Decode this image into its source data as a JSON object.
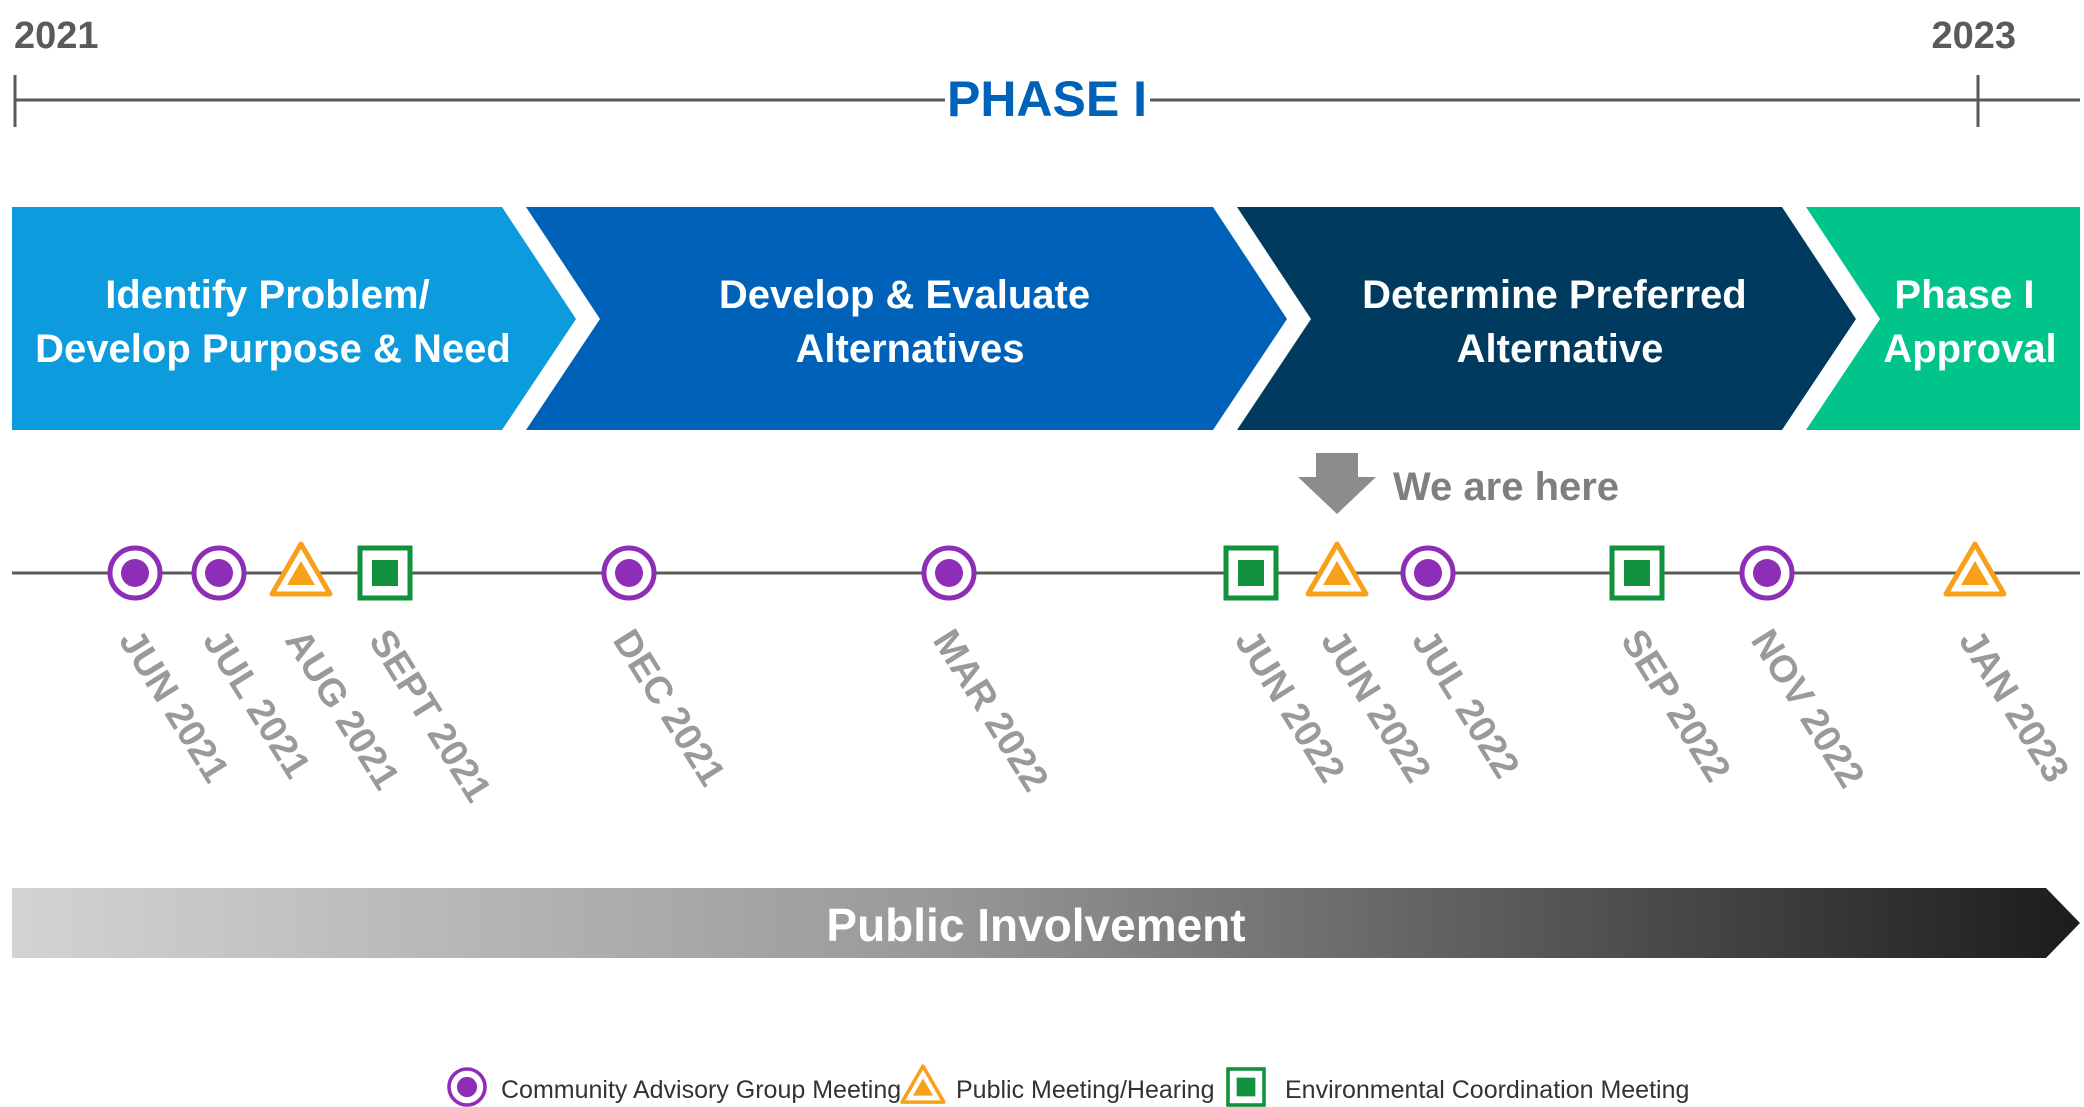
{
  "header": {
    "start_year": "2021",
    "end_year": "2023",
    "phase_title": "PHASE I"
  },
  "stages": [
    {
      "lines": [
        "Identify Problem/",
        "Develop Purpose & Need"
      ],
      "color": "#0C9BDD"
    },
    {
      "lines": [
        "Develop & Evaluate",
        "Alternatives"
      ],
      "color": "#0061B9"
    },
    {
      "lines": [
        "Determine Preferred",
        "Alternative"
      ],
      "color": "#003A5E"
    },
    {
      "lines": [
        "Phase I",
        "Approval"
      ],
      "color": "#00C48A"
    }
  ],
  "you_are_here": {
    "label": "We are here"
  },
  "milestones": [
    {
      "type": "community-advisory",
      "date": "JUN 2021"
    },
    {
      "type": "community-advisory",
      "date": "JUL 2021"
    },
    {
      "type": "public-meeting",
      "date": "AUG 2021"
    },
    {
      "type": "environmental",
      "date": "SEPT 2021"
    },
    {
      "type": "community-advisory",
      "date": "DEC 2021"
    },
    {
      "type": "community-advisory",
      "date": "MAR 2022"
    },
    {
      "type": "environmental",
      "date": "JUN 2022"
    },
    {
      "type": "public-meeting",
      "date": "JUN 2022"
    },
    {
      "type": "community-advisory",
      "date": "JUL 2022"
    },
    {
      "type": "environmental",
      "date": "SEP 2022"
    },
    {
      "type": "community-advisory",
      "date": "NOV 2022"
    },
    {
      "type": "public-meeting",
      "date": "JAN 2023"
    }
  ],
  "public_involvement": {
    "label": "Public Involvement"
  },
  "legend": [
    {
      "type": "community-advisory",
      "label": "Community Advisory Group Meeting"
    },
    {
      "type": "public-meeting",
      "label": "Public Meeting/Hearing"
    },
    {
      "type": "environmental",
      "label": "Environmental Coordination Meeting"
    }
  ],
  "colors": {
    "phase_title": "#0061B9",
    "community_advisory": "#8E2DB6",
    "public_meeting": "#F7A11A",
    "environmental": "#12923E",
    "date_label": "#9A9A9C",
    "rule": "#5A5A5A"
  }
}
